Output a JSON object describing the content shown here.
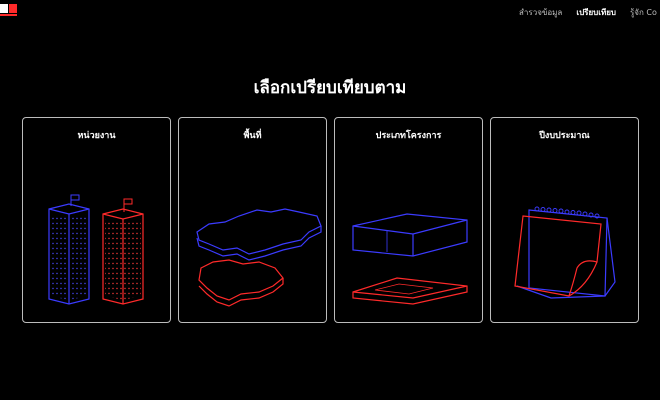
{
  "nav": {
    "items": [
      {
        "label": "สำรวจข้อมูล",
        "active": false
      },
      {
        "label": "เปรียบเทียบ",
        "active": true
      },
      {
        "label": "รู้จัก Co",
        "active": false
      }
    ]
  },
  "page": {
    "title": "เลือกเปรียบเทียบตาม"
  },
  "cards": [
    {
      "label": "หน่วยงาน",
      "icon": "buildings-icon"
    },
    {
      "label": "พื้นที่",
      "icon": "map-layers-icon"
    },
    {
      "label": "ประเภทโครงการ",
      "icon": "box-icon"
    },
    {
      "label": "ปีงบประมาณ",
      "icon": "calendar-icon"
    }
  ],
  "colors": {
    "accent_blue": "#3b3bff",
    "accent_red": "#ff2a2a",
    "background": "#000000"
  }
}
